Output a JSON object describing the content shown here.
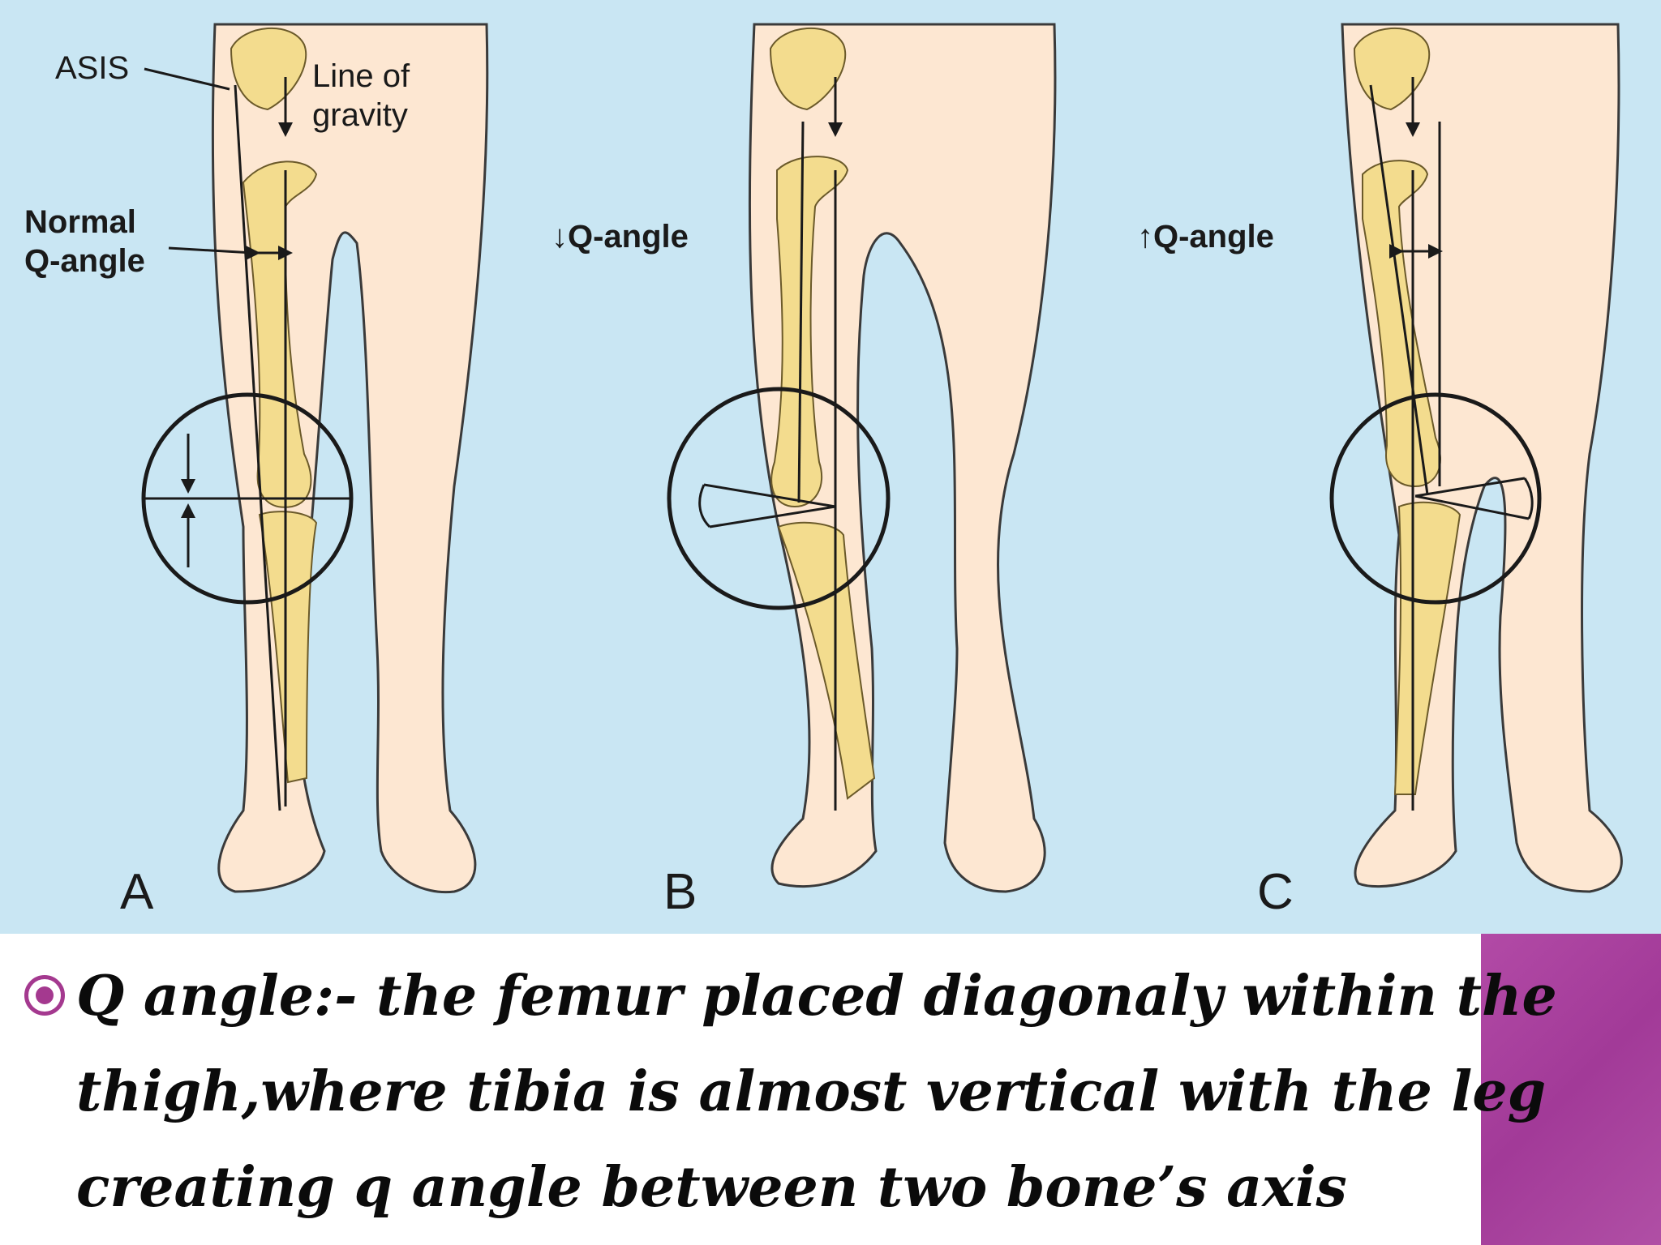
{
  "figure": {
    "labels": {
      "asis": "ASIS",
      "line_of_gravity": "Line of\ngravity",
      "normal_q_angle": "Normal\nQ-angle",
      "decreased_q_angle": "↓Q-angle",
      "increased_q_angle": "↑Q-angle"
    },
    "panels": [
      "A",
      "B",
      "C"
    ],
    "colors": {
      "background": "#c9e6f3",
      "skin": "#fde7d2",
      "bone": "#f3dc8e",
      "line": "#1a1a1a"
    }
  },
  "caption": {
    "bullet_icon": "circle-bullet-icon",
    "text": "Q angle:- the femur placed diagonaly within the thigh,where tibia is almost vertical with the leg creating q angle between two bone’s axis"
  },
  "accent": {
    "color": "#a73c9b"
  }
}
